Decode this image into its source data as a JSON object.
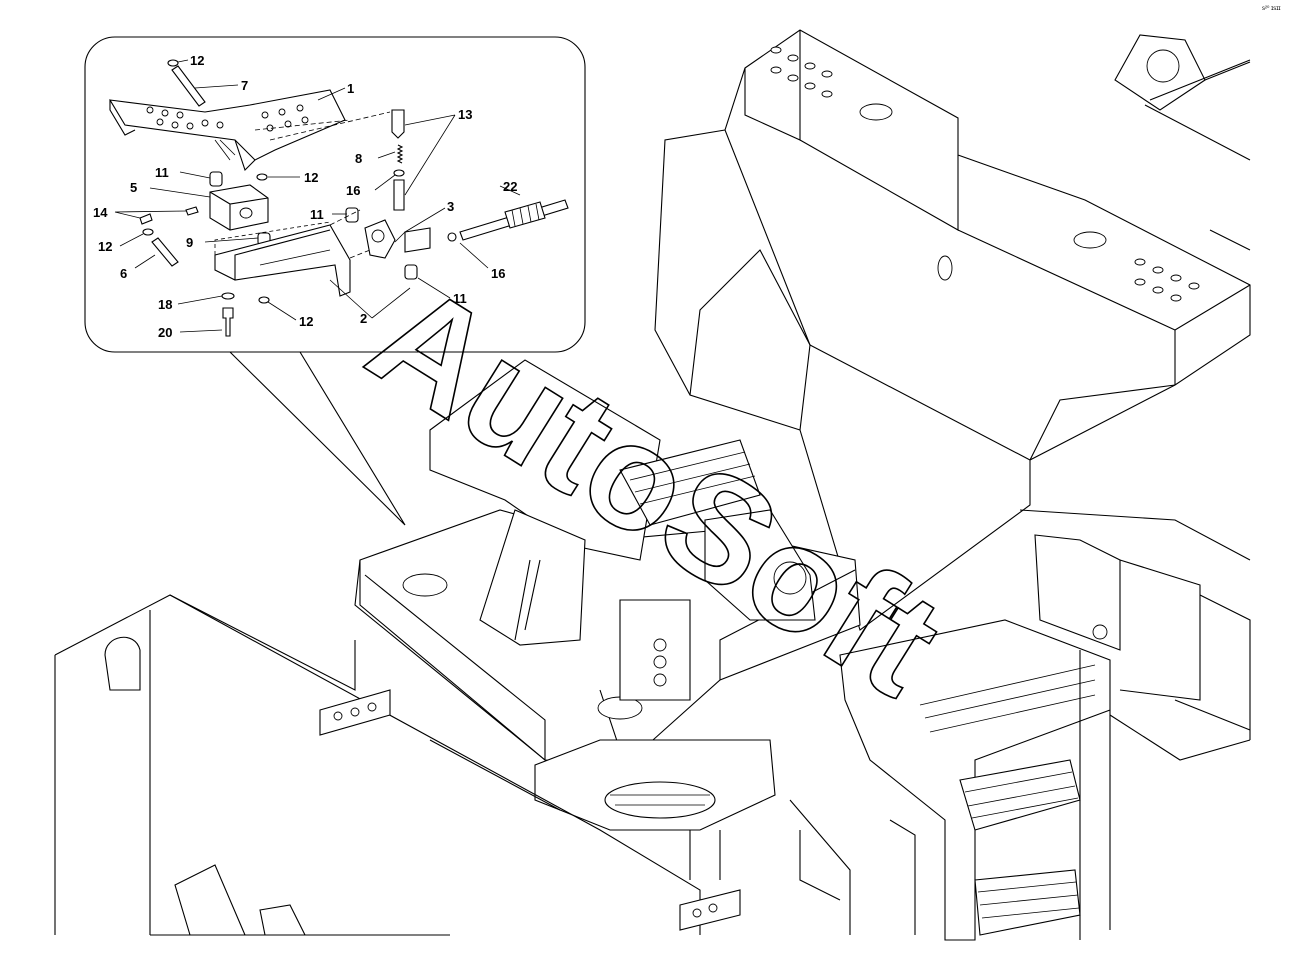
{
  "corner_mark": "s²⁰ ɪsɪɪ",
  "watermark": "AutoSoft",
  "callouts": [
    {
      "id": "12a",
      "text": "12"
    },
    {
      "id": "7",
      "text": "7"
    },
    {
      "id": "1",
      "text": "1"
    },
    {
      "id": "13",
      "text": "13"
    },
    {
      "id": "8",
      "text": "8"
    },
    {
      "id": "11a",
      "text": "11"
    },
    {
      "id": "12b",
      "text": "12"
    },
    {
      "id": "5",
      "text": "5"
    },
    {
      "id": "16a",
      "text": "16"
    },
    {
      "id": "22",
      "text": "22"
    },
    {
      "id": "14",
      "text": "14"
    },
    {
      "id": "11b",
      "text": "11"
    },
    {
      "id": "3",
      "text": "3"
    },
    {
      "id": "9",
      "text": "9"
    },
    {
      "id": "12c",
      "text": "12"
    },
    {
      "id": "16b",
      "text": "16"
    },
    {
      "id": "6",
      "text": "6"
    },
    {
      "id": "11c",
      "text": "11"
    },
    {
      "id": "18",
      "text": "18"
    },
    {
      "id": "12d",
      "text": "12"
    },
    {
      "id": "2",
      "text": "2"
    },
    {
      "id": "20",
      "text": "20"
    }
  ]
}
